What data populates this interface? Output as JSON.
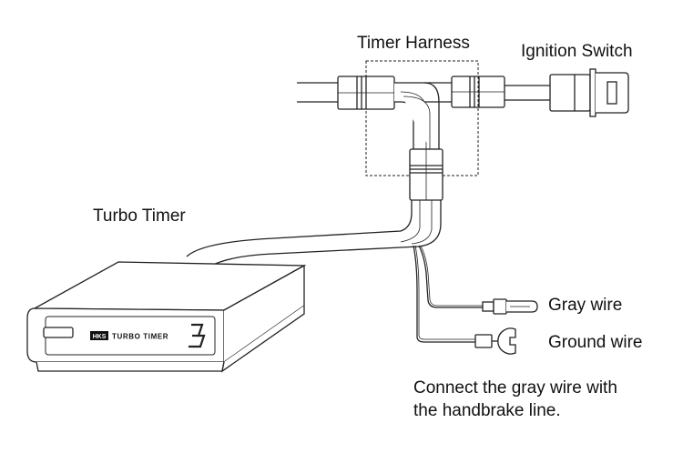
{
  "labels": {
    "timer_harness": "Timer Harness",
    "ignition_switch": "Ignition Switch",
    "turbo_timer": "Turbo Timer",
    "gray_wire": "Gray wire",
    "ground_wire": "Ground wire"
  },
  "device": {
    "brand": "HKS",
    "model": "TURBO TIMER",
    "display_digit": "3"
  },
  "note": {
    "line1": "Connect the gray wire with",
    "line2": "the handbrake line."
  }
}
